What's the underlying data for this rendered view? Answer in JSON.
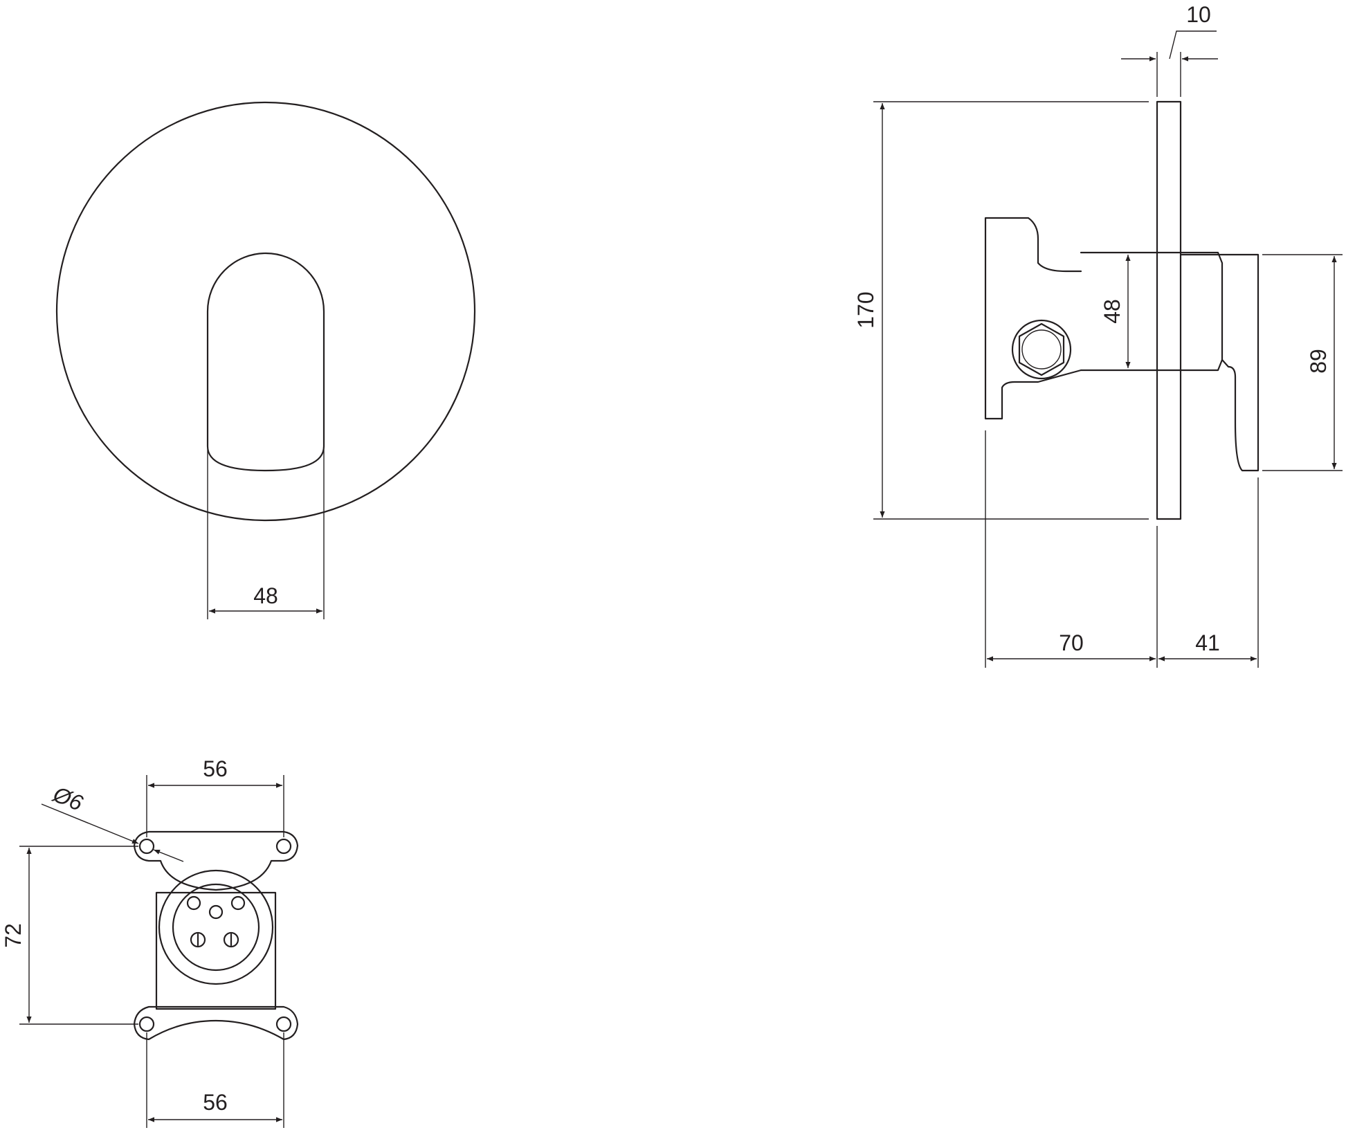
{
  "dimensions": {
    "front_handle_width": "48",
    "side_plate_thickness": "10",
    "side_overall_height": "170",
    "side_body_diameter": "48",
    "side_lever_height": "89",
    "side_body_depth": "70",
    "side_lever_projection": "41",
    "rear_top_width": "56",
    "rear_hole_diameter": "Ø6",
    "rear_height": "72",
    "rear_bottom_width": "56"
  },
  "colors": {
    "line": "#231f20",
    "background": "#ffffff"
  }
}
